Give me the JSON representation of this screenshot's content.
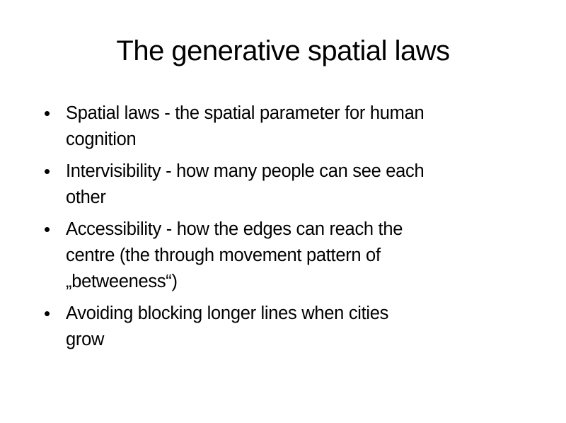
{
  "slide": {
    "title": "The generative spatial laws",
    "bullets": [
      {
        "lines": [
          "Spatial laws - the spatial parameter for human",
          "cognition"
        ]
      },
      {
        "lines": [
          "Intervisibility - how many people can see each",
          "other"
        ]
      },
      {
        "lines": [
          "Accessibility - how the edges can reach the",
          "centre (the through movement pattern of",
          "„betweeness“)"
        ]
      },
      {
        "lines": [
          "Avoiding blocking longer lines when cities",
          "grow"
        ]
      }
    ]
  }
}
